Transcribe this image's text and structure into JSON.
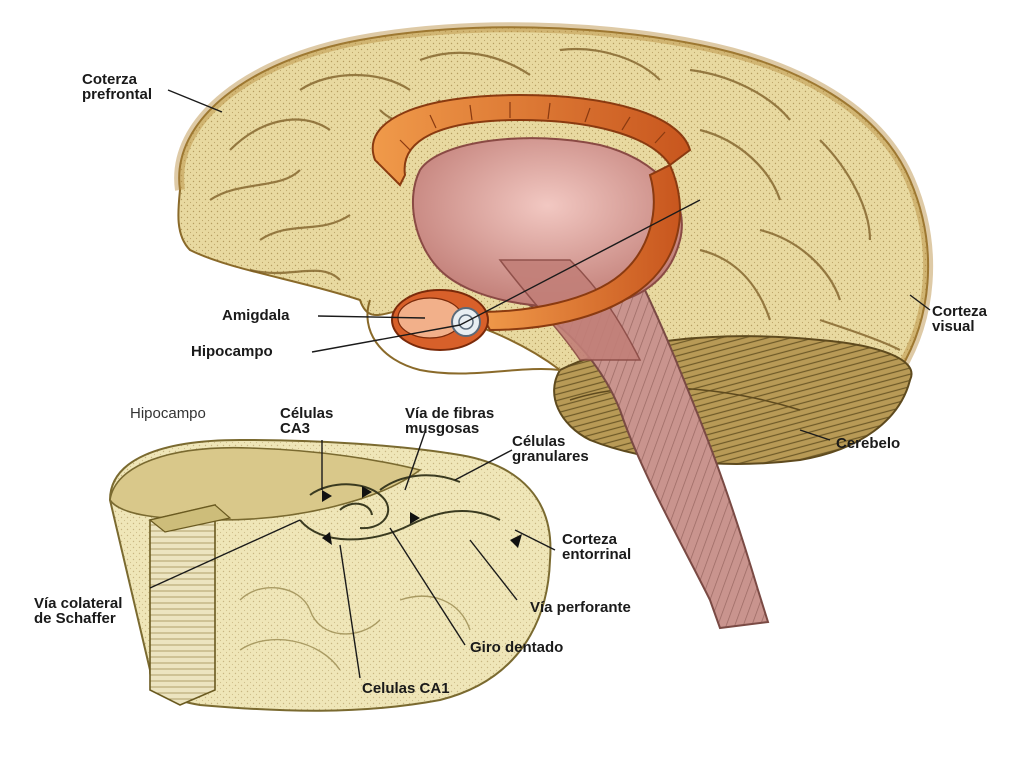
{
  "labels": {
    "prefrontal_1": "Coterza",
    "prefrontal_2": "prefrontal",
    "amigdala": "Amigdala",
    "hipocampo_top": "Hipocampo",
    "visual_1": "Corteza",
    "visual_2": "visual",
    "hipocampo_section": "Hipocampo",
    "ca3_1": "Células",
    "ca3_2": "CA3",
    "musgosas_1": "Vía de fibras",
    "musgosas_2": "musgosas",
    "granulares_1": "Células",
    "granulares_2": "granulares",
    "cerebelo": "Cerebelo",
    "entorrinal_1": "Corteza",
    "entorrinal_2": "entorrinal",
    "schaffer_1": "Vía colateral",
    "schaffer_2": "de Schaffer",
    "perforante": "Vía perforante",
    "giro": "Giro dentado",
    "ca1": "Celulas CA1"
  },
  "colors": {
    "cortex": "#e8d9a0",
    "cortex_dark": "#b58a3a",
    "fornix": "#e07a2e",
    "thalamus": "#d9a5a0",
    "brainstem": "#c9948e",
    "cerebellum": "#b89a56",
    "hippo_block": "#efe6b8"
  }
}
